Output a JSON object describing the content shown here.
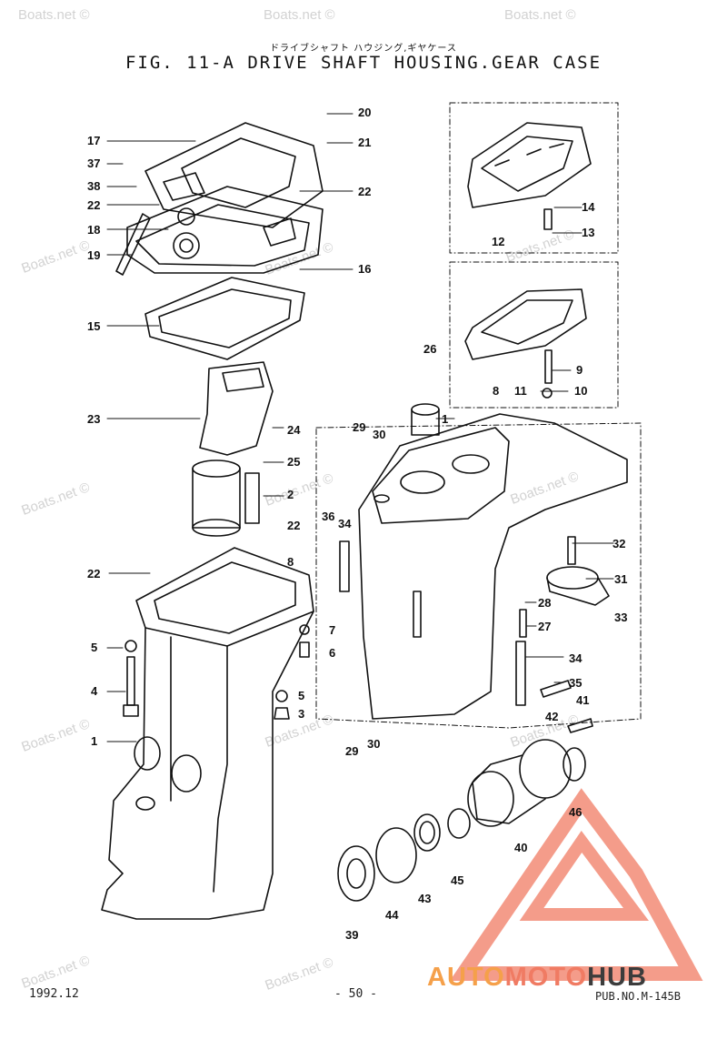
{
  "header": {
    "subtitle": "ドライブシャフト ハウジング,ギヤケース",
    "title": "FIG. 11-A DRIVE SHAFT HOUSING.GEAR CASE"
  },
  "watermark": "Boats.net ©",
  "diagram": {
    "callouts": [
      "20",
      "21",
      "17",
      "37",
      "38",
      "22",
      "18",
      "19",
      "22",
      "16",
      "15",
      "23",
      "24",
      "25",
      "2",
      "22",
      "22",
      "8",
      "5",
      "4",
      "7",
      "6",
      "5",
      "3",
      "1",
      "12",
      "14",
      "13",
      "9",
      "8",
      "11",
      "10",
      "26",
      "1",
      "29",
      "30",
      "36",
      "34",
      "32",
      "31",
      "28",
      "33",
      "27",
      "34",
      "35",
      "41",
      "42",
      "29",
      "30",
      "46",
      "40",
      "45",
      "43",
      "44",
      "39"
    ]
  },
  "footer": {
    "date": "1992.12",
    "page": "- 50 -",
    "pub": "PUB.NO.M-145B"
  },
  "logo": {
    "text_a": "AUTO",
    "text_b": "MOTO",
    "text_c": "HUB",
    "color_primary": "#f07b63",
    "color_dark": "#3c3c3c"
  }
}
